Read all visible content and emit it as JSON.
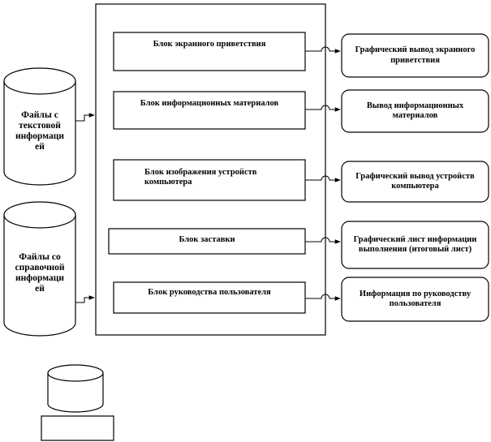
{
  "files": [
    {
      "id": "text",
      "label": "Файлы с текстовой информаци ей"
    },
    {
      "id": "ref",
      "label": "Файлы со справочной информаци ей"
    }
  ],
  "blocks": [
    {
      "id": "greeting",
      "label": "Блок экранного приветствия"
    },
    {
      "id": "info",
      "label": "Блок информационных материалов"
    },
    {
      "id": "devices",
      "label": "Блок изображения устройств компьютера"
    },
    {
      "id": "splash",
      "label": "Блок заставки"
    },
    {
      "id": "guide",
      "label": "Блок руководства пользователя"
    }
  ],
  "outputs": [
    {
      "id": "greeting-out",
      "label": "Графический вывод экранного приветствия"
    },
    {
      "id": "info-out",
      "label": "Вывод информационных материалов"
    },
    {
      "id": "devices-out",
      "label": "Графический вывод устройств компьютера"
    },
    {
      "id": "result-out",
      "label": "Графический лист информации выполнения (итоговый лист)"
    },
    {
      "id": "guide-out",
      "label": "Информация по руководству пользователя"
    }
  ],
  "colors": {
    "stroke": "#000000",
    "fill": "#ffffff",
    "text": "#000000"
  }
}
